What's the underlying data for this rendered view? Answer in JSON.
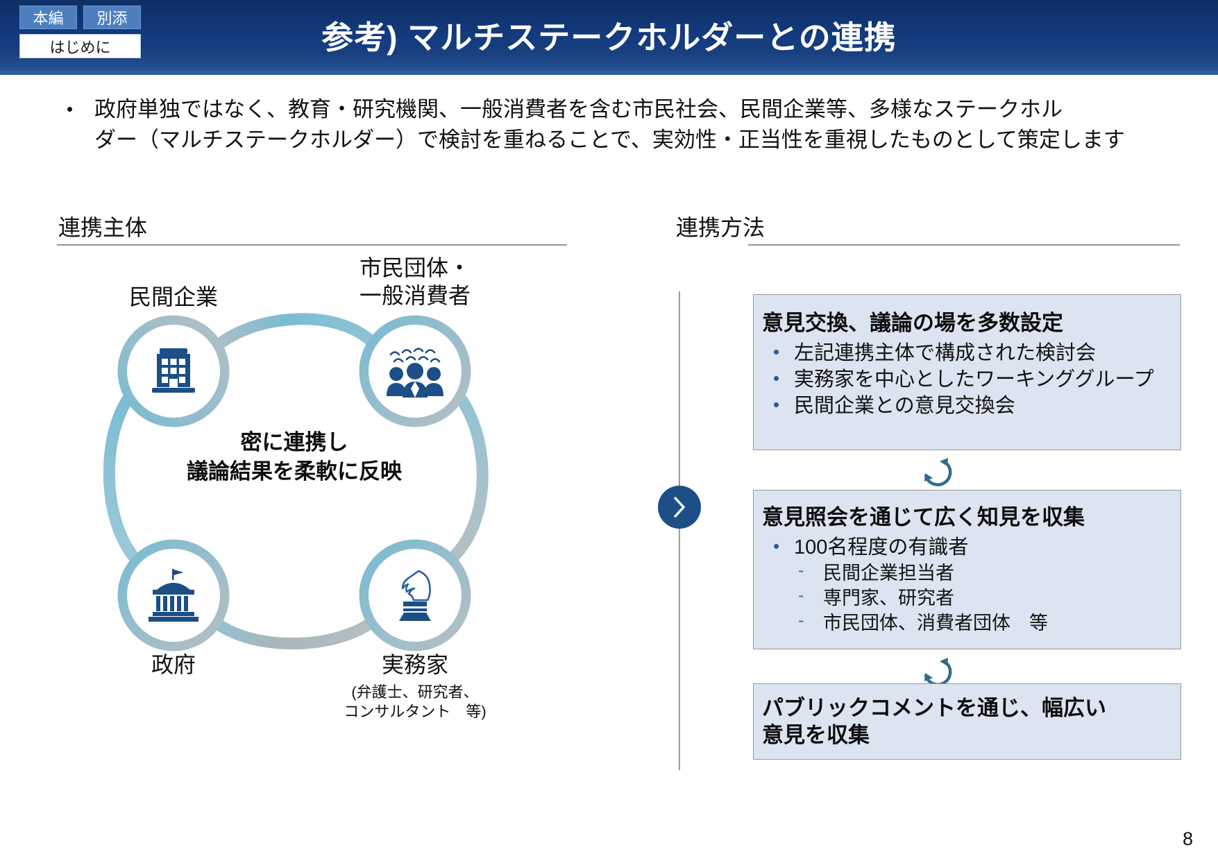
{
  "header": {
    "title": "参考) マルチステークホルダーとの連携",
    "tabs": [
      {
        "label": "本編",
        "active": false
      },
      {
        "label": "別添",
        "active": false
      }
    ],
    "subtab": {
      "label": "はじめに",
      "active": true
    },
    "colors": {
      "bar_top": "#0f2f64",
      "bar_bottom": "#2a5598",
      "tab_bg": "#4d7fc0"
    }
  },
  "lead": {
    "bullet": "•",
    "line1": "政府単独ではなく、教育・研究機関、一般消費者を含む市民社会、民間企業等、多様なステークホル",
    "line2": "ダー（マルチステークホルダー）で検討を重ねることで、実効性・正当性を重視したものとして策定します"
  },
  "left_panel": {
    "heading": "連携主体",
    "center_line1": "密に連携し",
    "center_line2": "議論結果を柔軟に反映",
    "nodes": [
      {
        "id": "private-company",
        "label": "民間企業",
        "sub": "",
        "icon": "office-building-icon"
      },
      {
        "id": "citizen-groups",
        "label_line1": "市民団体・",
        "label_line2": "一般消費者",
        "icon": "people-group-icon"
      },
      {
        "id": "government",
        "label": "政府",
        "sub": "",
        "icon": "government-building-icon"
      },
      {
        "id": "practitioners",
        "label": "実務家",
        "sub_line1": "(弁護士、研究者、",
        "sub_line2": "コンサルタント　等)",
        "icon": "chess-knight-icon"
      }
    ]
  },
  "right_panel": {
    "heading": "連携方法",
    "boxes": [
      {
        "id": "box-exchange",
        "title": "意見交換、議論の場を多数設定",
        "items": [
          "左記連携主体で構成された検討会",
          "実務家を中心としたワーキンググループ",
          "民間企業との意見交換会"
        ],
        "sub_items": []
      },
      {
        "id": "box-inquiry",
        "title": "意見照会を通じて広く知見を収集",
        "items": [
          "100名程度の有識者"
        ],
        "sub_items": [
          "民間企業担当者",
          "専門家、研究者",
          "市民団体、消費者団体　等"
        ]
      },
      {
        "id": "box-public-comment",
        "title_line1": "パブリックコメントを通じ、幅広い",
        "title_line2": "意見を収集",
        "items": [],
        "sub_items": []
      }
    ],
    "bullet_mark": "•",
    "dash_mark": "-"
  },
  "footer": {
    "page_number": "8"
  },
  "colors": {
    "box_fill": "#dbe4f0",
    "box_border": "#9a9a9a",
    "icon_navy": "#1c4e87",
    "ring_teal": "#79bcd2",
    "ring_gray": "#b6bfc4",
    "chevron_bg": "#1c4e87",
    "cycle_arrow": "#2e6c8a"
  }
}
